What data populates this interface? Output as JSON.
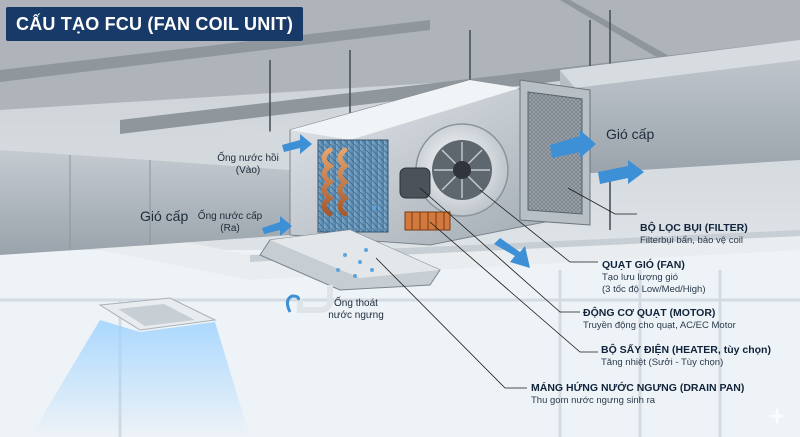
{
  "title": "CẤU TẠO FCU (FAN COIL UNIT)",
  "labels": {
    "return_pipe": [
      "Ống nước hồi",
      "(Vào)"
    ],
    "supply_pipe": [
      "Ống nước cấp",
      "(Ra)"
    ],
    "air_supply_left": "Gió cấp",
    "air_supply_right": "Gió cấp",
    "drain_pipe": [
      "Ống thoát",
      "nước ngưng"
    ]
  },
  "components": [
    {
      "title": "BỘ LỌC BỤI (FILTER)",
      "desc": [
        "Filterbụi bẩn, bảo vệ coil"
      ]
    },
    {
      "title": "QUẠT GIÓ (FAN)",
      "desc": [
        "Tạo lưu lượng gió",
        "(3 tốc độ Low/Med/High)"
      ]
    },
    {
      "title": "ĐỘNG CƠ QUẠT (MOTOR)",
      "desc": [
        "Truyền động cho quạt, AC/EC Motor"
      ]
    },
    {
      "title": "BỘ SẤY ĐIỆN (HEATER, tùy chọn)",
      "desc": [
        "Tăng nhiệt (Sưởi - Tùy chọn)"
      ]
    },
    {
      "title": "MÁNG HỨNG NƯỚC NGƯNG (DRAIN PAN)",
      "desc": [
        "Thu gom nước ngưng sinh ra"
      ]
    }
  ],
  "colors": {
    "banner": "#173a68",
    "arrow": "#3d8fd6",
    "copper": "#c9773a",
    "leader": "#1a1a1a"
  },
  "icons": [
    "sparkle-icon"
  ]
}
